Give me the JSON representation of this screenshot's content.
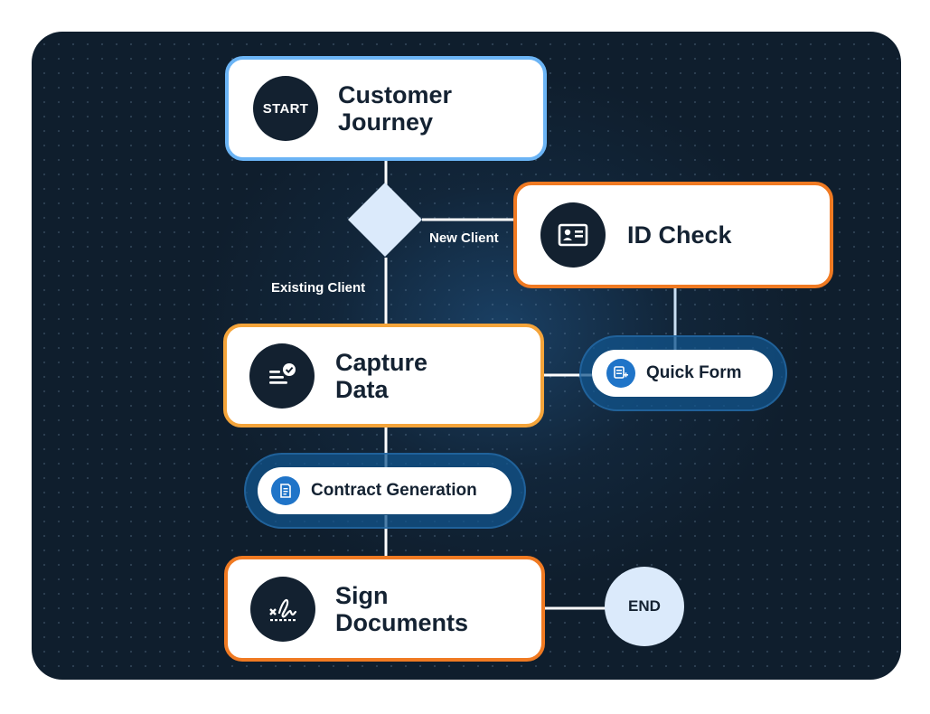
{
  "nodes": {
    "start": {
      "badge": "START",
      "title_line1": "Customer",
      "title_line2": "Journey"
    },
    "id_check": {
      "title": "ID Check"
    },
    "capture": {
      "title_line1": "Capture",
      "title_line2": "Data"
    },
    "sign": {
      "title_line1": "Sign",
      "title_line2": "Documents"
    },
    "end": {
      "label": "END"
    }
  },
  "pills": {
    "quick_form": {
      "label": "Quick Form",
      "icon": "form-add-icon"
    },
    "contract": {
      "label": "Contract Generation",
      "icon": "document-icon"
    }
  },
  "edges": {
    "new_client": "New Client",
    "existing_client": "Existing Client"
  },
  "icons": {
    "id_check": "id-card-icon",
    "capture": "checklist-icon",
    "sign": "signature-icon"
  },
  "colors": {
    "background": "#0f1e2d",
    "start_border": "#6bb4f5",
    "orange_border": "#f07a22",
    "amber_border": "#f4a43a",
    "pill_icon": "#1f74c8",
    "decision": "#dbeafb"
  }
}
